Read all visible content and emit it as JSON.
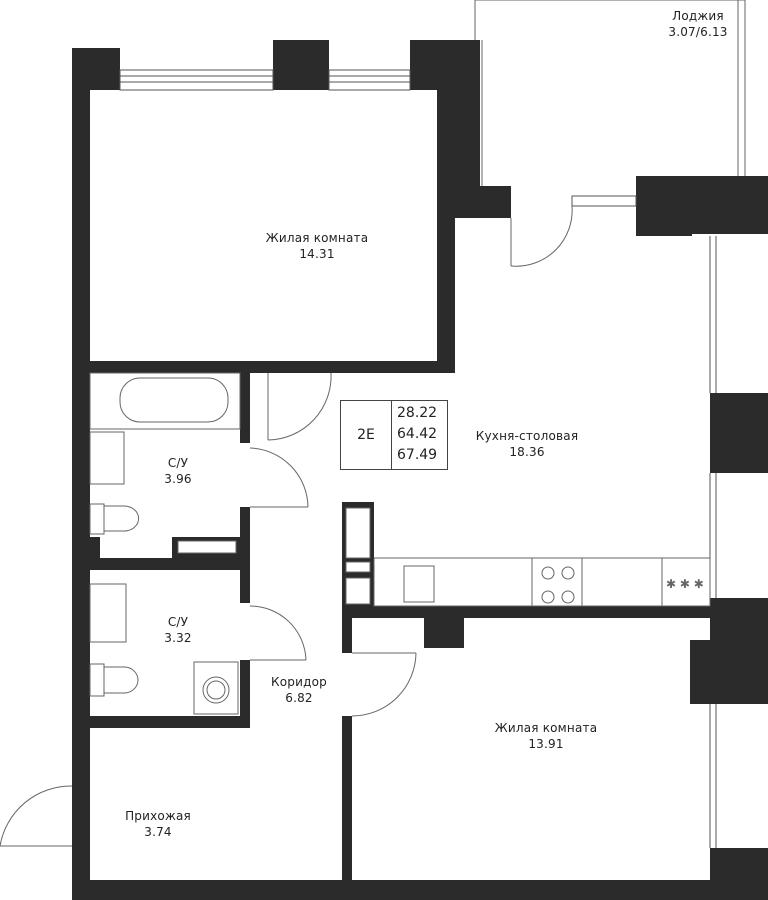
{
  "plan": {
    "unit_code": "2E",
    "areas": [
      "28.22",
      "64.42",
      "67.49"
    ],
    "rooms": [
      {
        "name": "Лоджия",
        "area": "3.07/6.13"
      },
      {
        "name": "Жилая комната",
        "area": "14.31"
      },
      {
        "name": "Кухня-столовая",
        "area": "18.36"
      },
      {
        "name": "С/У",
        "area": "3.96"
      },
      {
        "name": "С/У",
        "area": "3.32"
      },
      {
        "name": "Коридор",
        "area": "6.82"
      },
      {
        "name": "Жилая комната",
        "area": "13.91"
      },
      {
        "name": "Прихожая",
        "area": "3.74"
      }
    ],
    "colors": {
      "wall": "#2b2b2b",
      "line": "#555555",
      "background": "#ffffff"
    }
  }
}
